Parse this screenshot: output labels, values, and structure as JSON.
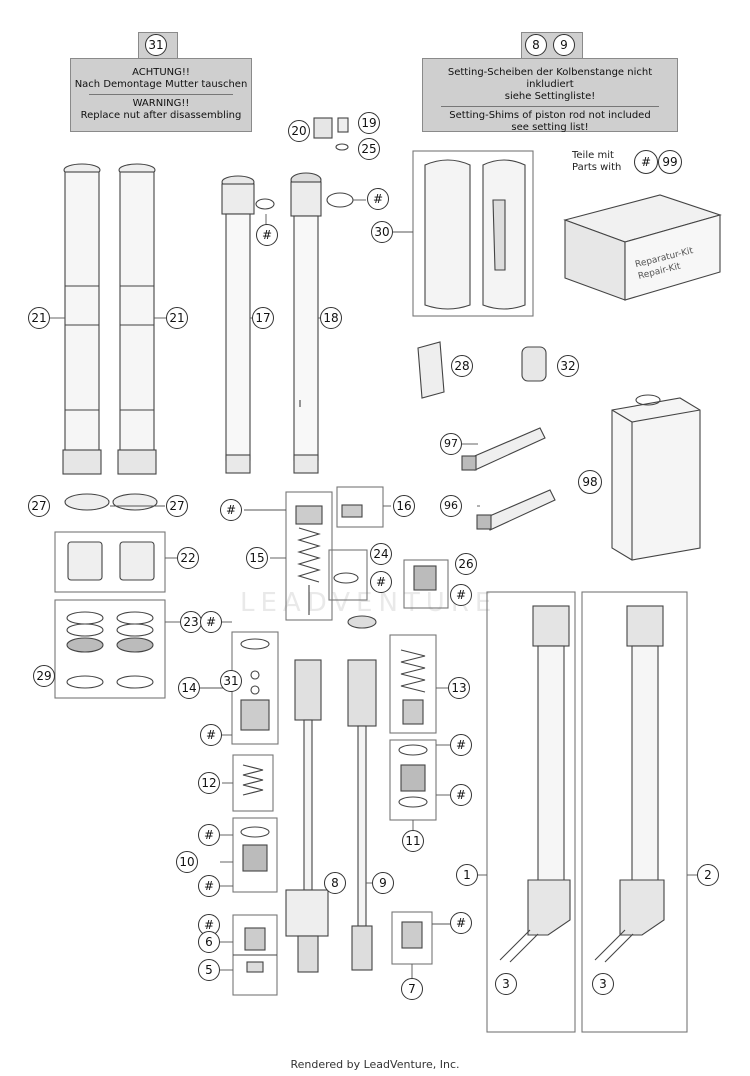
{
  "notes": {
    "left": {
      "ref": "31",
      "lines_de": [
        "ACHTUNG!!",
        "Nach Demontage Mutter tauschen"
      ],
      "lines_en": [
        "WARNING!!",
        "Replace nut after disassembling"
      ]
    },
    "right": {
      "refs": [
        "8",
        "9"
      ],
      "lines_de": [
        "Setting-Scheiben der Kolbenstange nicht inkludiert",
        "siehe Settingliste!"
      ],
      "lines_en": [
        "Setting-Shims of piston rod not included",
        "see setting list!"
      ]
    }
  },
  "kit_legend": {
    "text_line1": "Teile mit",
    "text_line2": "Parts with",
    "hash": "#",
    "number": "99"
  },
  "kit_box": {
    "line1": "Reparatur-Kit",
    "line2": "Repair-Kit"
  },
  "callouts": {
    "c21a": "21",
    "c21b": "21",
    "c17": "17",
    "c18": "18",
    "c20": "20",
    "c19": "19",
    "c25": "25",
    "h_17": "#",
    "h_18": "#",
    "c30": "30",
    "c28": "28",
    "c32": "32",
    "c97": "97",
    "c96": "96",
    "c98": "98",
    "c27a": "27",
    "c27b": "27",
    "c22": "22",
    "c16": "16",
    "h_15": "#",
    "c15": "15",
    "c24": "24",
    "h_24": "#",
    "c26": "26",
    "h_26": "#",
    "c23": "23",
    "c29": "29",
    "h_14a": "#",
    "c14": "14",
    "c31b": "31",
    "h_14b": "#",
    "c13": "13",
    "c12": "12",
    "h_11a": "#",
    "h_11b": "#",
    "c11": "11",
    "h_10a": "#",
    "c10": "10",
    "h_10b": "#",
    "c8": "8",
    "c9": "9",
    "c1": "1",
    "c2": "2",
    "h_6": "#",
    "c6": "6",
    "c5": "5",
    "h_7": "#",
    "c7": "7",
    "c3a": "3",
    "c3b": "3"
  },
  "watermark": "LEADVENTURE",
  "footer": "Rendered by LeadVenture, Inc."
}
